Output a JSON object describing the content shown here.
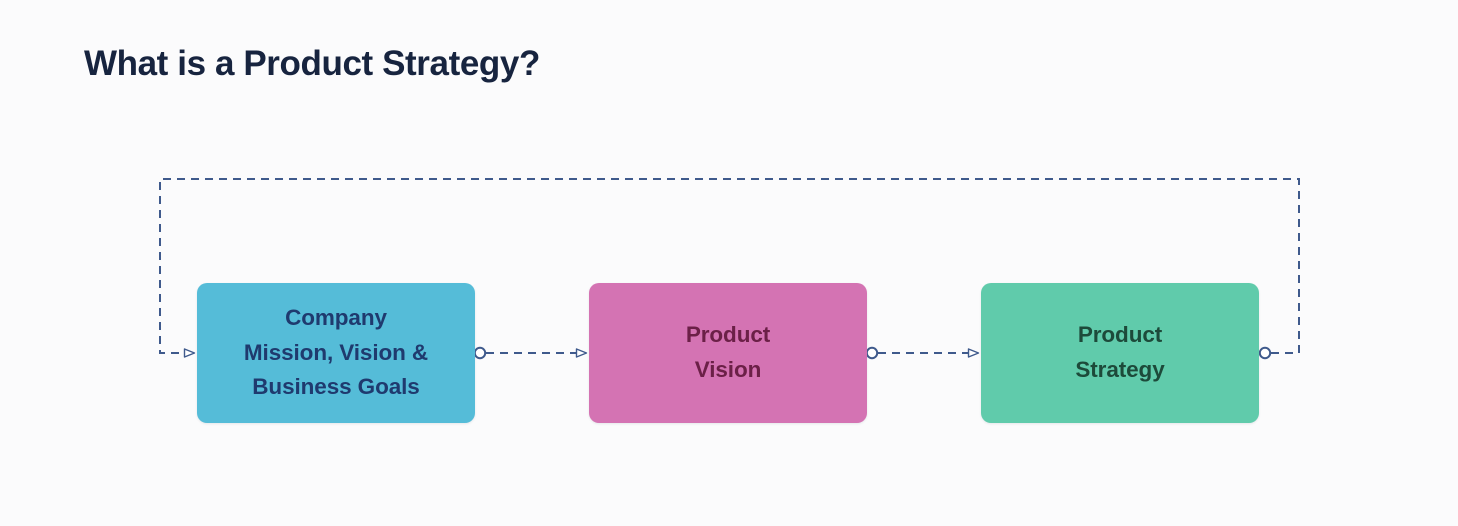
{
  "page": {
    "title": "What is a Product Strategy?",
    "background_color": "#fbfbfc",
    "title_color": "#17243f"
  },
  "diagram": {
    "type": "flowchart",
    "orientation": "left-to-right",
    "connector_style": {
      "line": "dashed",
      "line_color": "#3f5a8c",
      "source_marker": "hollow-circle",
      "target_marker": "hollow-triangle-arrowhead"
    },
    "nodes": [
      {
        "id": "company-mission",
        "label": "Company\nMission, Vision &\nBusiness Goals",
        "lines": [
          "Company",
          "Mission, Vision &",
          "Business Goals"
        ],
        "fill_color": "#55bcd8",
        "text_color": "#1f3a6e"
      },
      {
        "id": "product-vision",
        "label": "Product\nVision",
        "lines": [
          "Product",
          "Vision"
        ],
        "fill_color": "#d473b3",
        "text_color": "#6b2047"
      },
      {
        "id": "product-strategy",
        "label": "Product\nStrategy",
        "lines": [
          "Product",
          "Strategy"
        ],
        "fill_color": "#60cbab",
        "text_color": "#1d4a3a"
      }
    ],
    "edges": [
      {
        "id": "edge-company-to-vision",
        "from": "company-mission",
        "to": "product-vision",
        "style": "dashed"
      },
      {
        "id": "edge-vision-to-strategy",
        "from": "product-vision",
        "to": "product-strategy",
        "style": "dashed"
      },
      {
        "id": "edge-strategy-feedback-loop",
        "from": "product-strategy",
        "to": "company-mission",
        "style": "dashed",
        "routing": "right-up-over-left-down"
      }
    ]
  }
}
